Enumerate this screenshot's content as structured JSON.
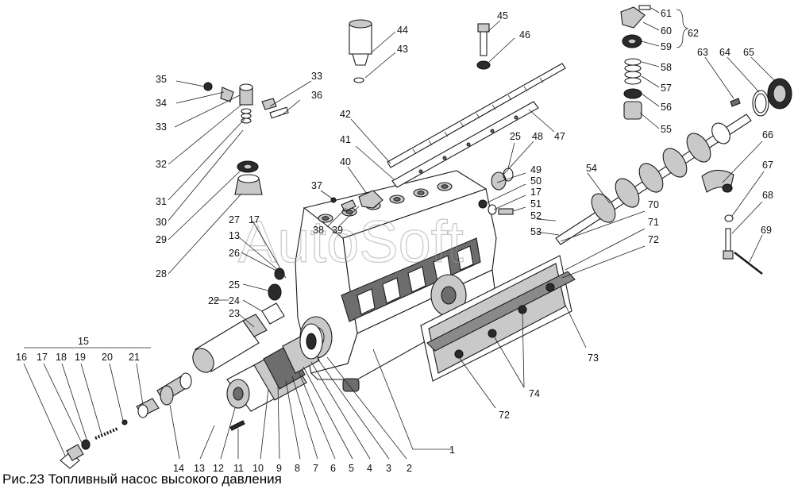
{
  "caption": "Рис.23 Топливный насос высокого давления",
  "watermark": "AutoSoft",
  "callouts": {
    "n1": "1",
    "n2": "2",
    "n3": "3",
    "n4": "4",
    "n5": "5",
    "n6": "6",
    "n7": "7",
    "n8": "8",
    "n9": "9",
    "n10": "10",
    "n11": "11",
    "n12": "12",
    "n13": "13",
    "n14": "14",
    "n15": "15",
    "n16": "16",
    "n17": "17",
    "n18": "18",
    "n19": "19",
    "n20": "20",
    "n21": "21",
    "n22": "22",
    "n23": "23",
    "n24": "24",
    "n25": "25",
    "n26": "26",
    "n27": "27",
    "n28": "28",
    "n29": "29",
    "n30": "30",
    "n31": "31",
    "n32": "32",
    "n33": "33",
    "n34": "34",
    "n35": "35",
    "n36": "36",
    "n37": "37",
    "n38": "38",
    "n39": "39",
    "n40": "40",
    "n41": "41",
    "n42": "42",
    "n43": "43",
    "n44": "44",
    "n45": "45",
    "n46": "46",
    "n47": "47",
    "n48": "48",
    "n49": "49",
    "n50": "50",
    "n51": "51",
    "n52": "52",
    "n53": "53",
    "n54": "54",
    "n55": "55",
    "n56": "56",
    "n57": "57",
    "n58": "58",
    "n59": "59",
    "n60": "60",
    "n61": "61",
    "n62": "62",
    "n63": "63",
    "n64": "64",
    "n65": "65",
    "n66": "66",
    "n67": "67",
    "n68": "68",
    "n69": "69",
    "n70": "70",
    "n71": "71",
    "n72": "72",
    "n73": "73",
    "n74": "74"
  }
}
